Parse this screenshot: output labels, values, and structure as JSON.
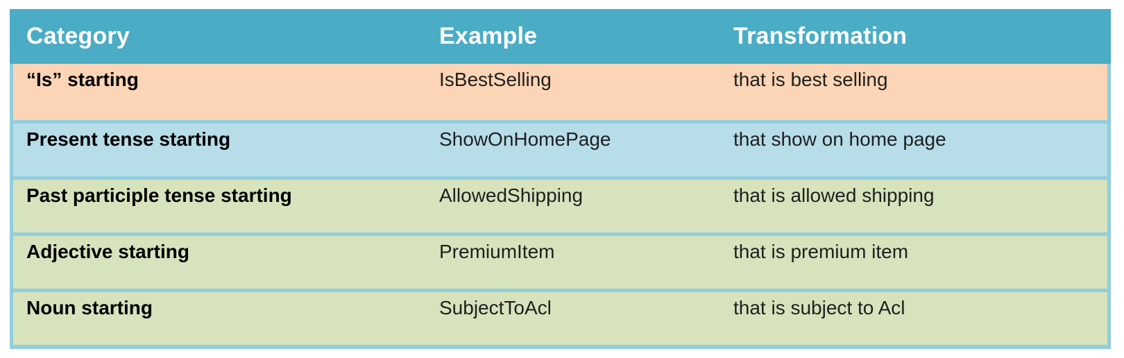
{
  "table": {
    "header": {
      "category": "Category",
      "example": "Example",
      "transformation": "Transformation"
    },
    "rows": [
      {
        "category": "“Is” starting",
        "example": "IsBestSelling",
        "transformation": "that is best selling"
      },
      {
        "category": "Present tense starting",
        "example": "ShowOnHomePage",
        "transformation": "that show on home page"
      },
      {
        "category": "Past participle tense starting",
        "example": "AllowedShipping",
        "transformation": "that is allowed shipping"
      },
      {
        "category": "Adjective starting",
        "example": "PremiumItem",
        "transformation": "that is premium item"
      },
      {
        "category": "Noun starting",
        "example": "SubjectToAcl",
        "transformation": "that is subject to Acl"
      }
    ],
    "colors": {
      "header_bg": "#4BACC6",
      "header_text": "#FFFFFF",
      "border": "#92CDDC",
      "row_orange_bg": "#FBD5B5",
      "row_blue_bg": "#B6DDE8",
      "row_green_bg": "#D6E3BC",
      "category_text": "#000000",
      "body_text": "#1F1F1F"
    }
  }
}
